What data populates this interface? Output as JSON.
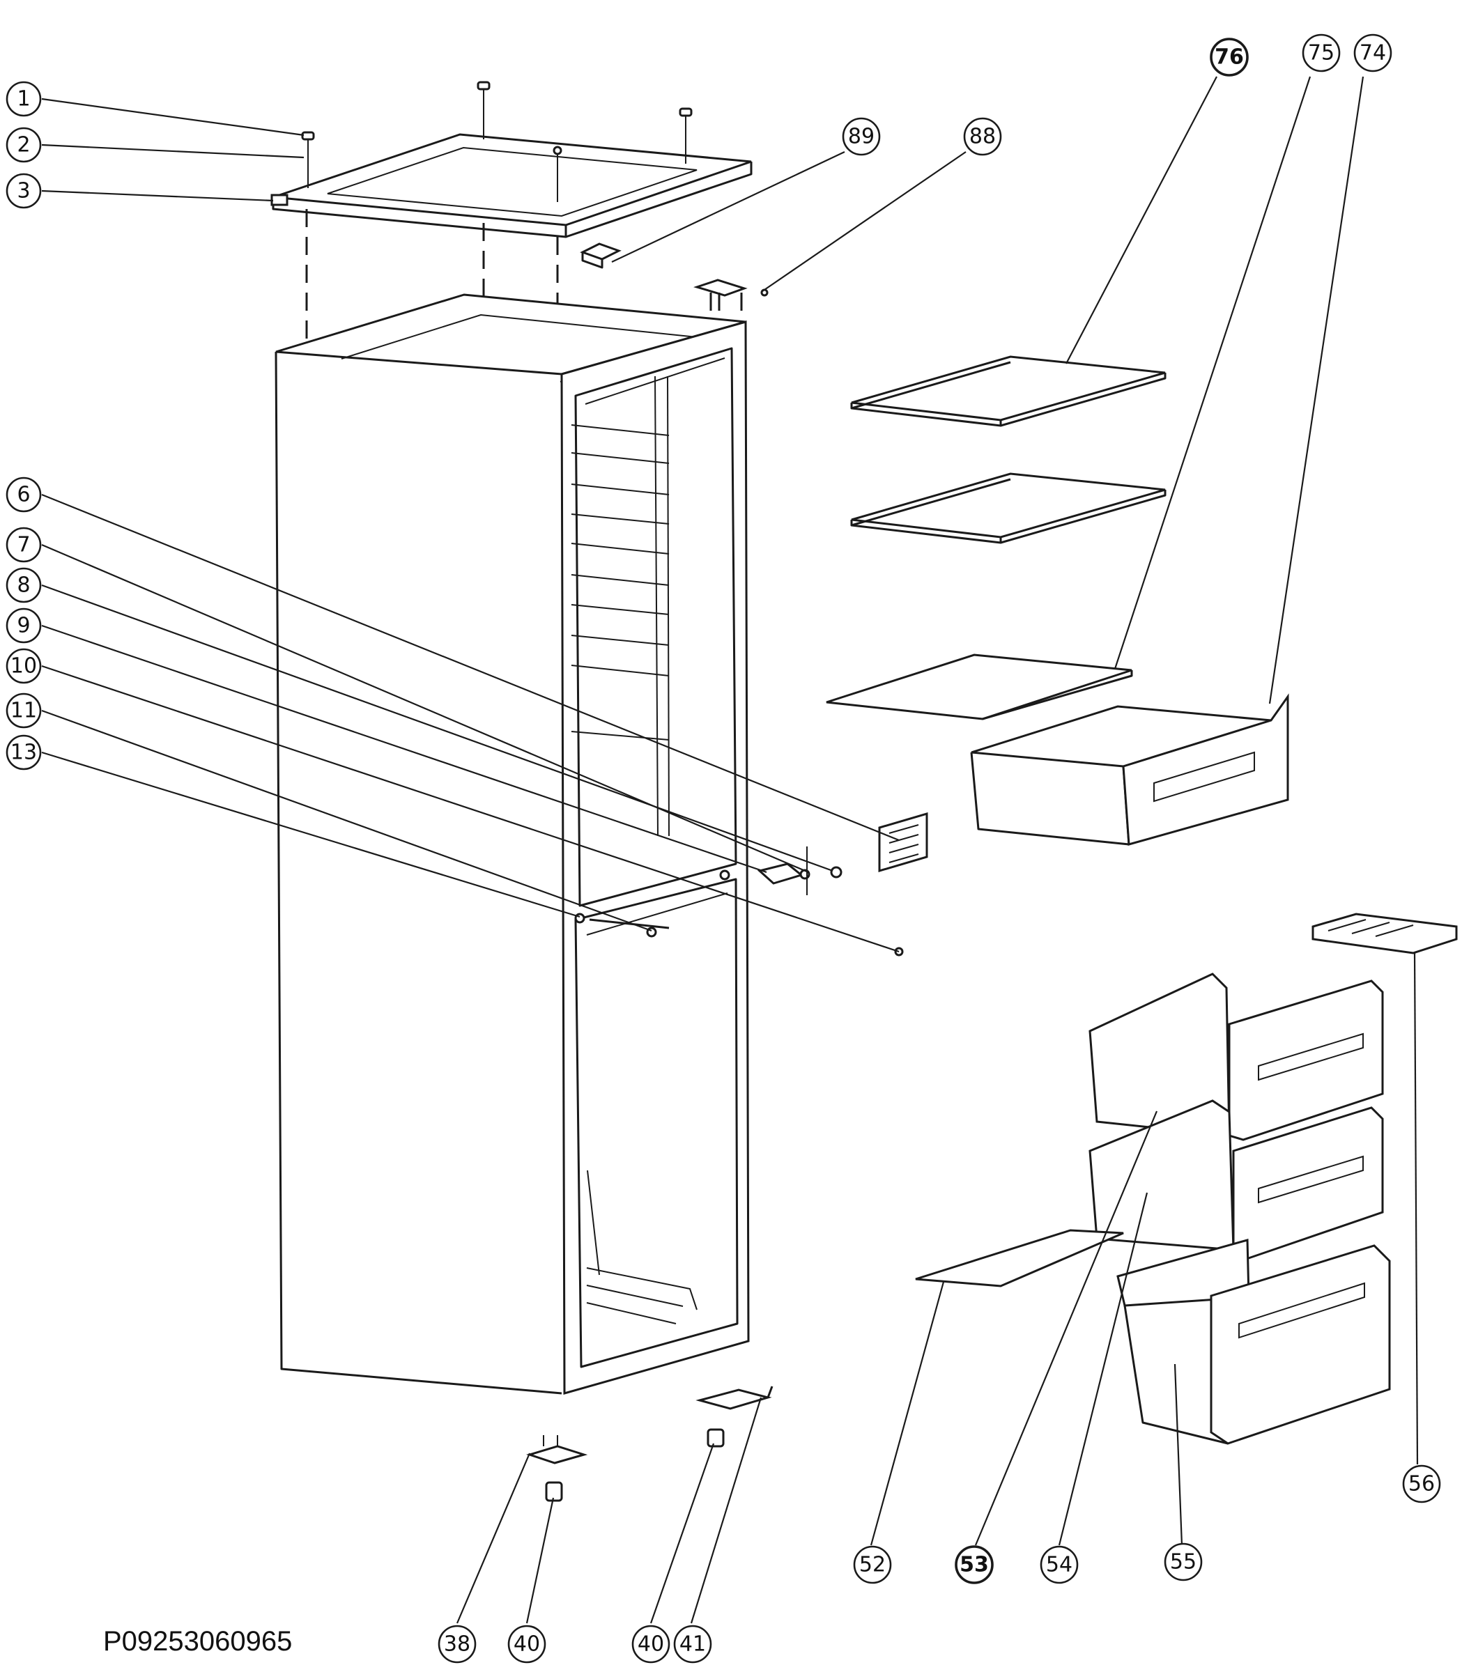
{
  "drawing_code": "P09253060965",
  "callouts": [
    {
      "id": "c1",
      "label": "1"
    },
    {
      "id": "c2",
      "label": "2"
    },
    {
      "id": "c3",
      "label": "3"
    },
    {
      "id": "c6",
      "label": "6"
    },
    {
      "id": "c7",
      "label": "7"
    },
    {
      "id": "c8",
      "label": "8"
    },
    {
      "id": "c9",
      "label": "9"
    },
    {
      "id": "c10",
      "label": "10"
    },
    {
      "id": "c11",
      "label": "11"
    },
    {
      "id": "c13",
      "label": "13"
    },
    {
      "id": "c89",
      "label": "89"
    },
    {
      "id": "c88",
      "label": "88"
    },
    {
      "id": "c76",
      "label": "76"
    },
    {
      "id": "c75",
      "label": "75"
    },
    {
      "id": "c74",
      "label": "74"
    },
    {
      "id": "c56",
      "label": "56"
    },
    {
      "id": "c52",
      "label": "52"
    },
    {
      "id": "c53",
      "label": "53"
    },
    {
      "id": "c54",
      "label": "54"
    },
    {
      "id": "c55",
      "label": "55"
    },
    {
      "id": "c38",
      "label": "38"
    },
    {
      "id": "c40a",
      "label": "40"
    },
    {
      "id": "c40b",
      "label": "40"
    },
    {
      "id": "c41",
      "label": "41"
    }
  ]
}
